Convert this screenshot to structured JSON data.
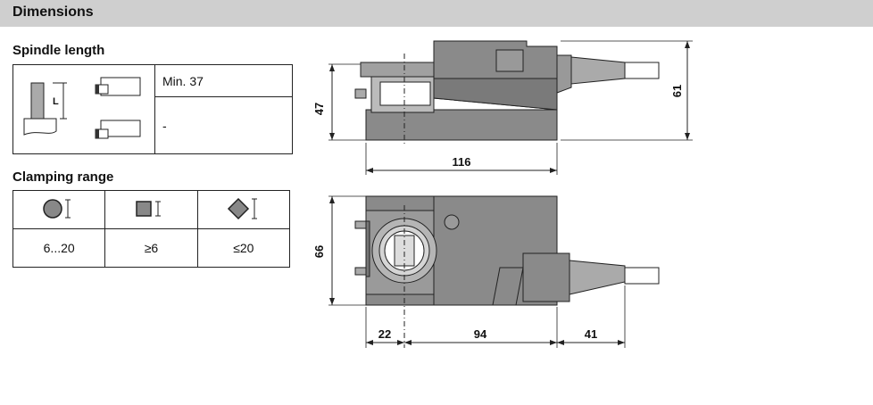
{
  "header": {
    "title": "Dimensions"
  },
  "spindle": {
    "title": "Spindle length",
    "rows": [
      {
        "value": "Min. 37"
      },
      {
        "value": "-"
      }
    ],
    "icon_label": "L"
  },
  "clamping": {
    "title": "Clamping range",
    "shapes": [
      "round-spindle-icon",
      "square-spindle-icon",
      "diamond-spindle-icon"
    ],
    "values": [
      "6...20",
      "≥6",
      "≤20"
    ]
  },
  "side_view": {
    "dims": {
      "height_body": "47",
      "height_total": "61",
      "length": "116"
    }
  },
  "top_view": {
    "dims": {
      "width": "66",
      "offset_left": "22",
      "body": "94",
      "cable": "41"
    }
  }
}
